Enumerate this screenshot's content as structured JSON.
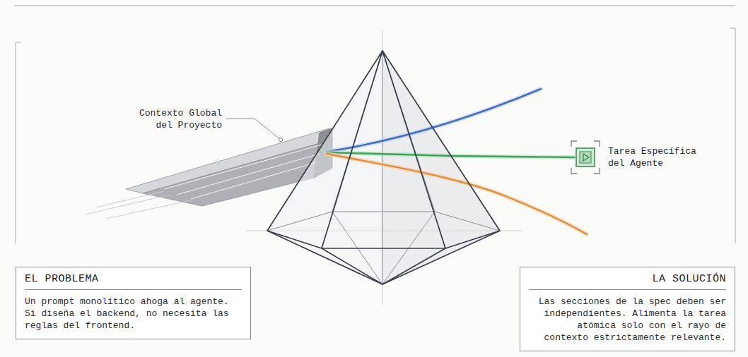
{
  "diagram": {
    "nodes": [
      {
        "text": [
          "Tarea Específica del Agente"
        ]
      },
      {
        "text": [
          "EL PROBLEMA",
          "Un prompt monolítico ahoga al agente. Si diseña el backend, no necesita las reglas del frontend."
        ]
      },
      {
        "text": [
          "LA SOLUCIÓN",
          "Las secciones de la spec deben ser independientes. Alimenta la tarea atómica solo con el rayo de contexto estrictamente relevante."
        ]
      }
    ],
    "labels": [
      "Contexto Global del Proyecto"
    ]
  }
}
